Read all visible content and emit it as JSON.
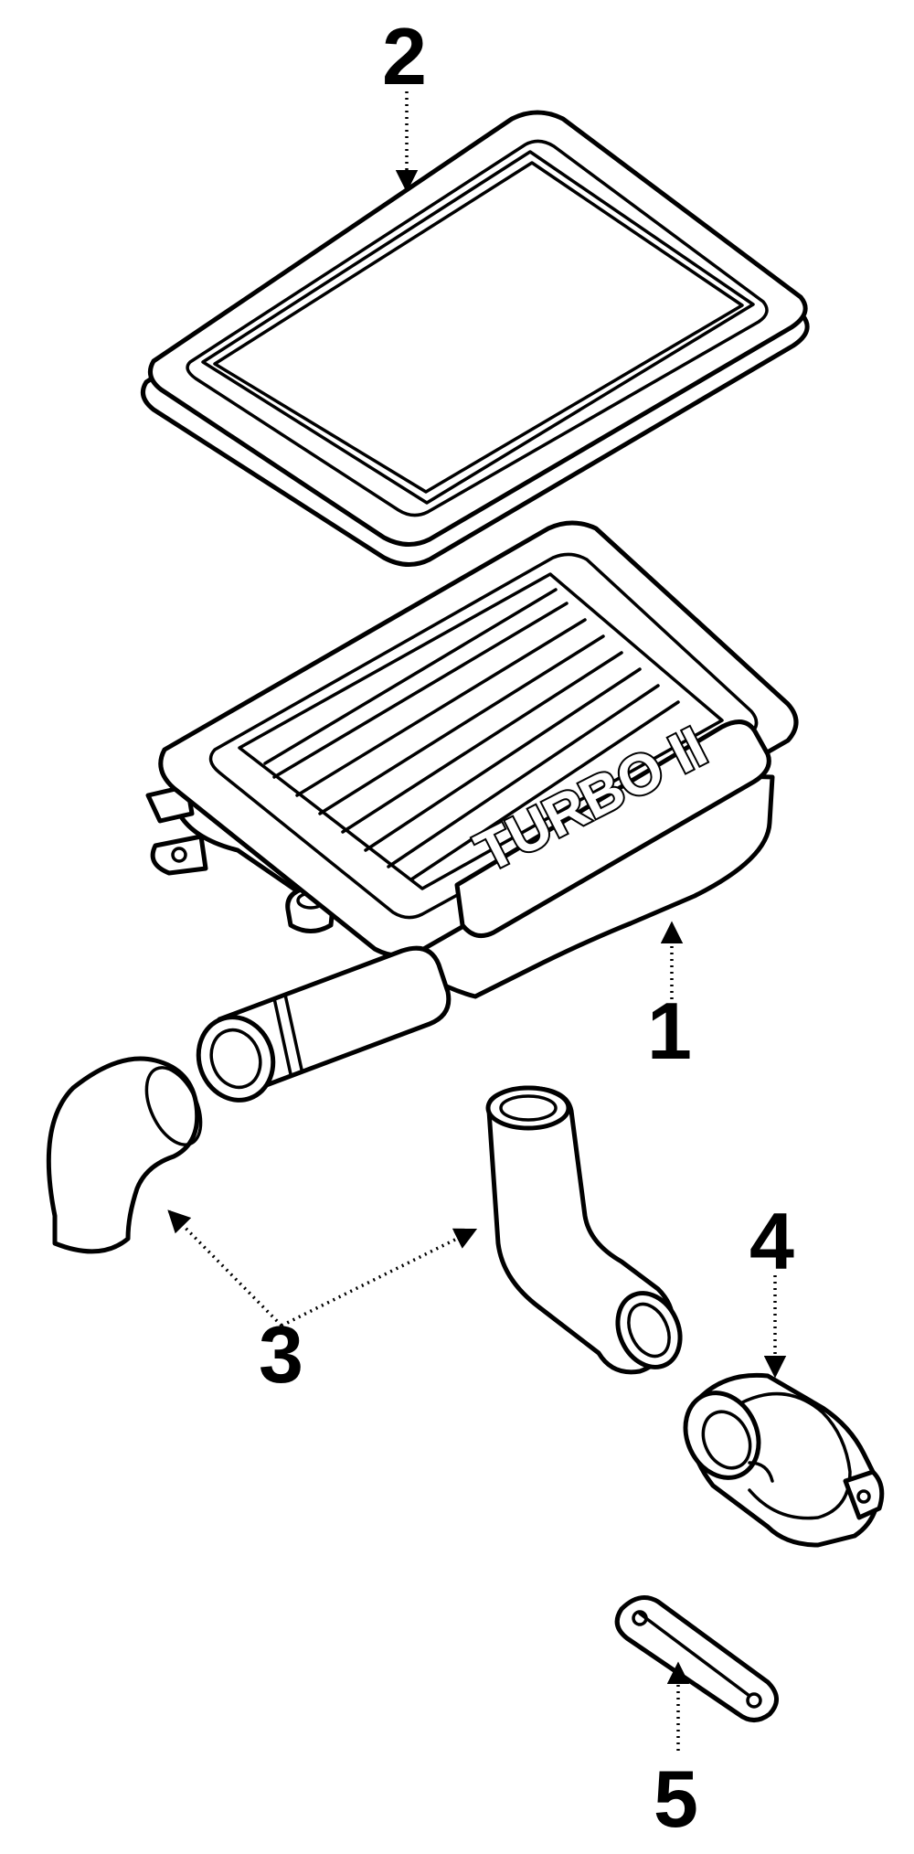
{
  "diagram": {
    "callouts": [
      {
        "id": "1",
        "label": "1"
      },
      {
        "id": "2",
        "label": "2"
      },
      {
        "id": "3",
        "label": "3"
      },
      {
        "id": "4",
        "label": "4"
      },
      {
        "id": "5",
        "label": "5"
      }
    ],
    "housing_branding": {
      "model_text": "TURBO II"
    },
    "line_color": "#000000",
    "background_color": "#ffffff"
  }
}
